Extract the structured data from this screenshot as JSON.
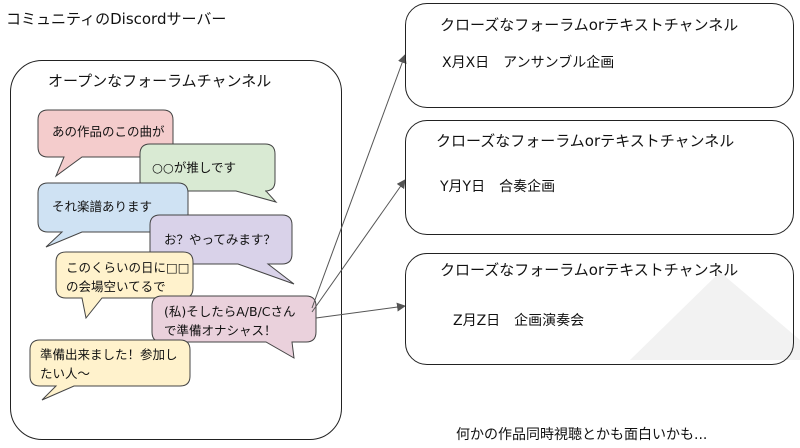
{
  "diagram": {
    "title": "コミュニティのDiscordサーバー",
    "open_channel": {
      "title": "オープンなフォーラムチャンネル",
      "messages": [
        {
          "lines": [
            "あの作品のこの曲が"
          ],
          "color": "#f4cccc"
        },
        {
          "lines": [
            "○○が推しです"
          ],
          "color": "#d9ead3"
        },
        {
          "lines": [
            "それ楽譜あります"
          ],
          "color": "#cfe2f3"
        },
        {
          "lines": [
            "お？やってみます？"
          ],
          "color": "#d9d2e9"
        },
        {
          "lines": [
            "このくらいの日に□□",
            "の会場空いてるで"
          ],
          "color": "#fff2cc"
        },
        {
          "lines": [
            "(私)そしたらA/B/Cさん",
            "で準備オナシャス！"
          ],
          "color": "#ead1dc"
        },
        {
          "lines": [
            "準備出来ました！参加し",
            "たい人〜"
          ],
          "color": "#fff2cc"
        }
      ]
    },
    "closed_channels": [
      {
        "title": "クローズなフォーラムorテキストチャンネル",
        "event": "X月X日　アンサンブル企画"
      },
      {
        "title": "クローズなフォーラムorテキストチャンネル",
        "event": "Y月Y日　合奏企画"
      },
      {
        "title": "クローズなフォーラムorテキストチャンネル",
        "event": "Z月Z日　企画演奏会"
      }
    ],
    "footer": "何かの作品同時視聴とかも面白いかも..."
  }
}
